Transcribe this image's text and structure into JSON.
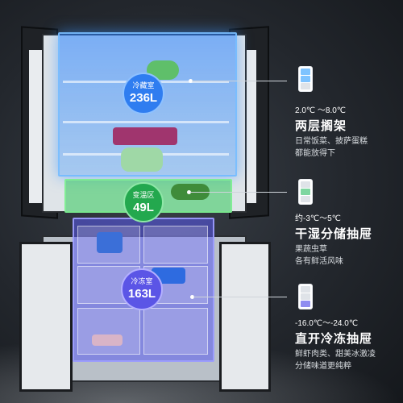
{
  "zones": [
    {
      "name": "冷藏室",
      "volume": "236L",
      "color": "#2f7df0"
    },
    {
      "name": "变温区",
      "volume": "49L",
      "color": "#23a84e"
    },
    {
      "name": "冷冻室",
      "volume": "163L",
      "color": "#5b55e6"
    }
  ],
  "features": [
    {
      "temp": "2.0℃ ～8.0℃",
      "title": "两层搁架",
      "desc1": "日常饭菜、披萨蛋糕",
      "desc2": "都能放得下"
    },
    {
      "temp": "约-3℃～5℃",
      "title": "干湿分储抽屉",
      "desc1": "果蔬虫草",
      "desc2": "各有鲜活风味"
    },
    {
      "temp": "-16.0℃～-24.0℃",
      "title": "直开冷冻抽屉",
      "desc1": "鲜虾肉类、甜美冰激凌",
      "desc2": "分储味道更纯粹"
    }
  ],
  "colors": {
    "fridge": "#2f7df0",
    "variable": "#23a84e",
    "freezer": "#5b55e6",
    "icon_highlight": "#7ec3ff"
  }
}
